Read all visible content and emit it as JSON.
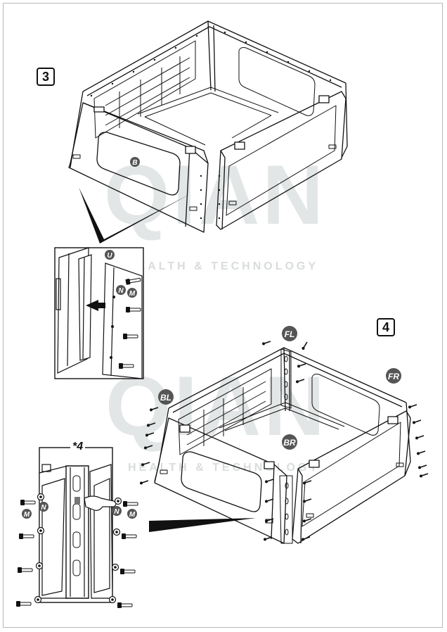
{
  "steps": {
    "step3": "3",
    "step4": "4"
  },
  "watermark": {
    "logo": "QIAN",
    "subtitle": "HEALTH & TECHNOLOGY"
  },
  "callouts": {
    "panel_b": "B",
    "gasket_u": "U",
    "screw_n": "N",
    "washer_m": "M",
    "corner_fl": "FL",
    "corner_fr": "FR",
    "corner_bl": "BL",
    "corner_br": "BR"
  },
  "detail": {
    "quantity": "*4"
  },
  "colors": {
    "line": "#111111",
    "callout_fill": "#555555",
    "watermark": "#d9dcdc"
  }
}
